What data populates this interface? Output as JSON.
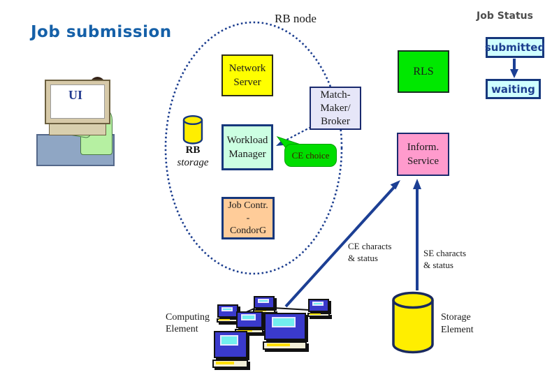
{
  "title": "Job submission",
  "rb_node": "RB node",
  "job_status": "Job Status",
  "status_flow": {
    "submitted": "submitted",
    "waiting": "waiting"
  },
  "ui_monitor_text": "UI",
  "nodes": {
    "network_server": {
      "line1": "Network",
      "line2": "Server"
    },
    "workload_manager": {
      "line1": "Workload",
      "line2": "Manager"
    },
    "match_maker": {
      "line1": "Match-",
      "line2": "Maker/",
      "line3": "Broker"
    },
    "job_control": {
      "line1": "Job Contr.",
      "line2": "-",
      "line3": "CondorG"
    },
    "rls": {
      "label": "RLS"
    },
    "inform_service": {
      "line1": "Inform.",
      "line2": "Service"
    },
    "ce_choice": {
      "label": "CE choice"
    }
  },
  "storage": {
    "rb_storage": {
      "line1": "RB",
      "line2": "storage"
    },
    "storage_element": {
      "line1": "Storage",
      "line2": "Element"
    }
  },
  "annotations": {
    "ce_characts": {
      "line1": "CE characts",
      "line2": "& status"
    },
    "se_characts": {
      "line1": "SE characts",
      "line2": "& status"
    },
    "computing_element": {
      "line1": "Computing",
      "line2": "Element"
    }
  },
  "colors": {
    "title_blue": "#1560a8",
    "navy_lines": "#1c3f94",
    "dashed_ellipse": "#1a3c8e",
    "network_server_yellow": "#ffff00",
    "rls_green": "#00e800",
    "ce_choice_green": "#00dd00",
    "workload_mint": "#ccffe2",
    "match_maker_lavender": "#e6e6f8",
    "inform_pink": "#ff9bcd",
    "job_control_peach": "#ffcc99",
    "status_box_cyan": "#cffeff",
    "cylinder_yellow": "#ffee00"
  }
}
